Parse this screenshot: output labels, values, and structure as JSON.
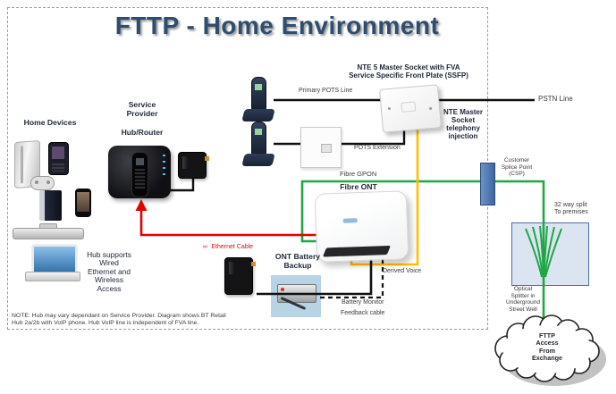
{
  "title": "FTTP - Home Environment",
  "colors": {
    "title_blue": "#2f4d6e",
    "fibre_green": "#1fa647",
    "derived_voice_yellow": "#ffc000",
    "ethernet_red": "#e30000",
    "cable_black": "#111111",
    "csp_blue": "#4a76b8",
    "splitter_fill": "#dbe5f1"
  },
  "icons": {
    "ethernet_cable_icon": "∞"
  },
  "home": {
    "devices_label": "Home Devices",
    "hub_supports": "Hub supports\nWired\nEthernet and\nWireless\nAccess",
    "note": "NOTE: Hub may vary dependant on Service Provider. Diagram shows BT Retail\nHub 2a/2b with VoIP phone. Hub VoIP line is independent of FVA line."
  },
  "provider": {
    "service_provider": "Service\nProvider",
    "hub_router": "Hub/Router"
  },
  "cables": {
    "ethernet": "Ethernet Cable",
    "primary_pots": "Primary POTS Line",
    "pots_extension": "POTS Extension",
    "fibre_gpon": "Fibre GPON",
    "derived_voice": "Derived Voice",
    "battery_monitor": "Battery Monitor",
    "feedback_cable": "Feedback cable",
    "pstn": "PSTN Line"
  },
  "nte": {
    "master_socket": "NTE 5 Master Socket with FVA\nService Specific Front Plate (SSFP)",
    "injection": "NTE Master\nSocket\ntelephony\ninjection"
  },
  "ont": {
    "label": "Fibre ONT",
    "battery_backup": "ONT Battery\nBackup"
  },
  "network": {
    "csp": "Customer\nSplice Point\n(CSP)",
    "split_32": "32 way split\nTo premises",
    "optical_splitter": "Optical\nSplitter in\nUnderground\nStreet Well",
    "exchange_cloud": "FTTP\nAccess\nFrom\nExchange"
  }
}
